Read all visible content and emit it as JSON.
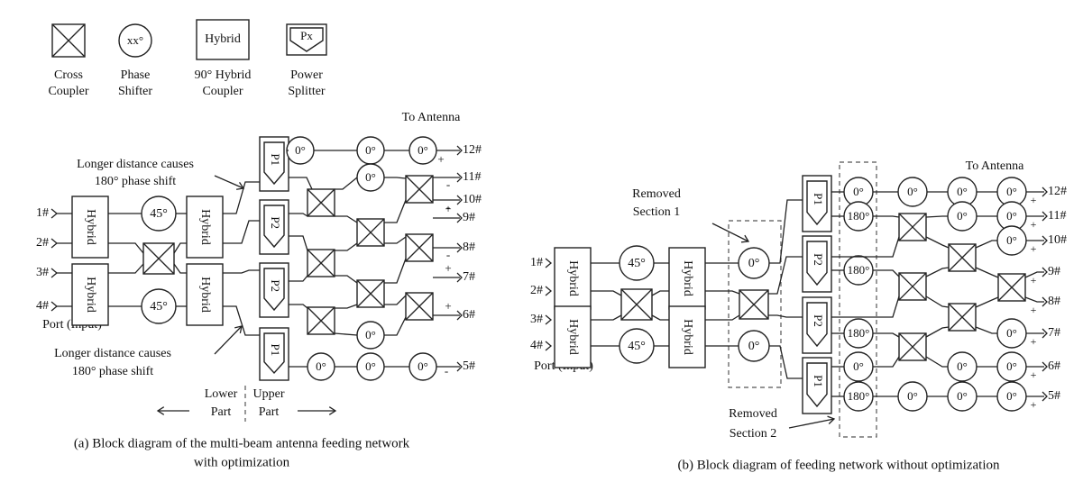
{
  "legend": {
    "cross_coupler": "Cross Coupler",
    "phase_shifter_symbol": "xx°",
    "phase_shifter": "Phase Shifter",
    "hybrid_symbol": "Hybrid",
    "hybrid_coupler": "90° Hybrid Coupler",
    "power_splitter_symbol": "Px",
    "power_splitter": "Power Splitter"
  },
  "diagram_a": {
    "to_antenna": "To Antenna",
    "annotation_top": [
      "Longer distance causes",
      "180° phase shift"
    ],
    "annotation_bottom": [
      "Longer distance causes",
      "180° phase shift"
    ],
    "port_input": "Port (Input)",
    "lower_part": "Lower",
    "lower_part2": "Part",
    "upper_part": "Upper",
    "upper_part2": "Part",
    "inputs": [
      "1#",
      "2#",
      "3#",
      "4#"
    ],
    "outputs": [
      "12#",
      "11#",
      "10#",
      "9#",
      "8#",
      "7#",
      "6#",
      "5#"
    ],
    "caption": [
      "(a) Block diagram of the multi-beam antenna feeding network",
      "with optimization"
    ]
  },
  "diagram_b": {
    "to_antenna": "To Antenna",
    "removed_1": [
      "Removed",
      "Section 1"
    ],
    "removed_2": [
      "Removed",
      "Section 2"
    ],
    "port_input": "Port (Input)",
    "inputs": [
      "1#",
      "2#",
      "3#",
      "4#"
    ],
    "outputs": [
      "12#",
      "11#",
      "10#",
      "9#",
      "8#",
      "7#",
      "6#",
      "5#"
    ],
    "caption": "(b) Block diagram of feeding network without optimization"
  },
  "labels": {
    "hybrid": "Hybrid",
    "p1": "P1",
    "p2": "P2",
    "deg45": "45°",
    "deg0": "0°",
    "deg180": "180°",
    "plus": "+",
    "minus": "-"
  }
}
